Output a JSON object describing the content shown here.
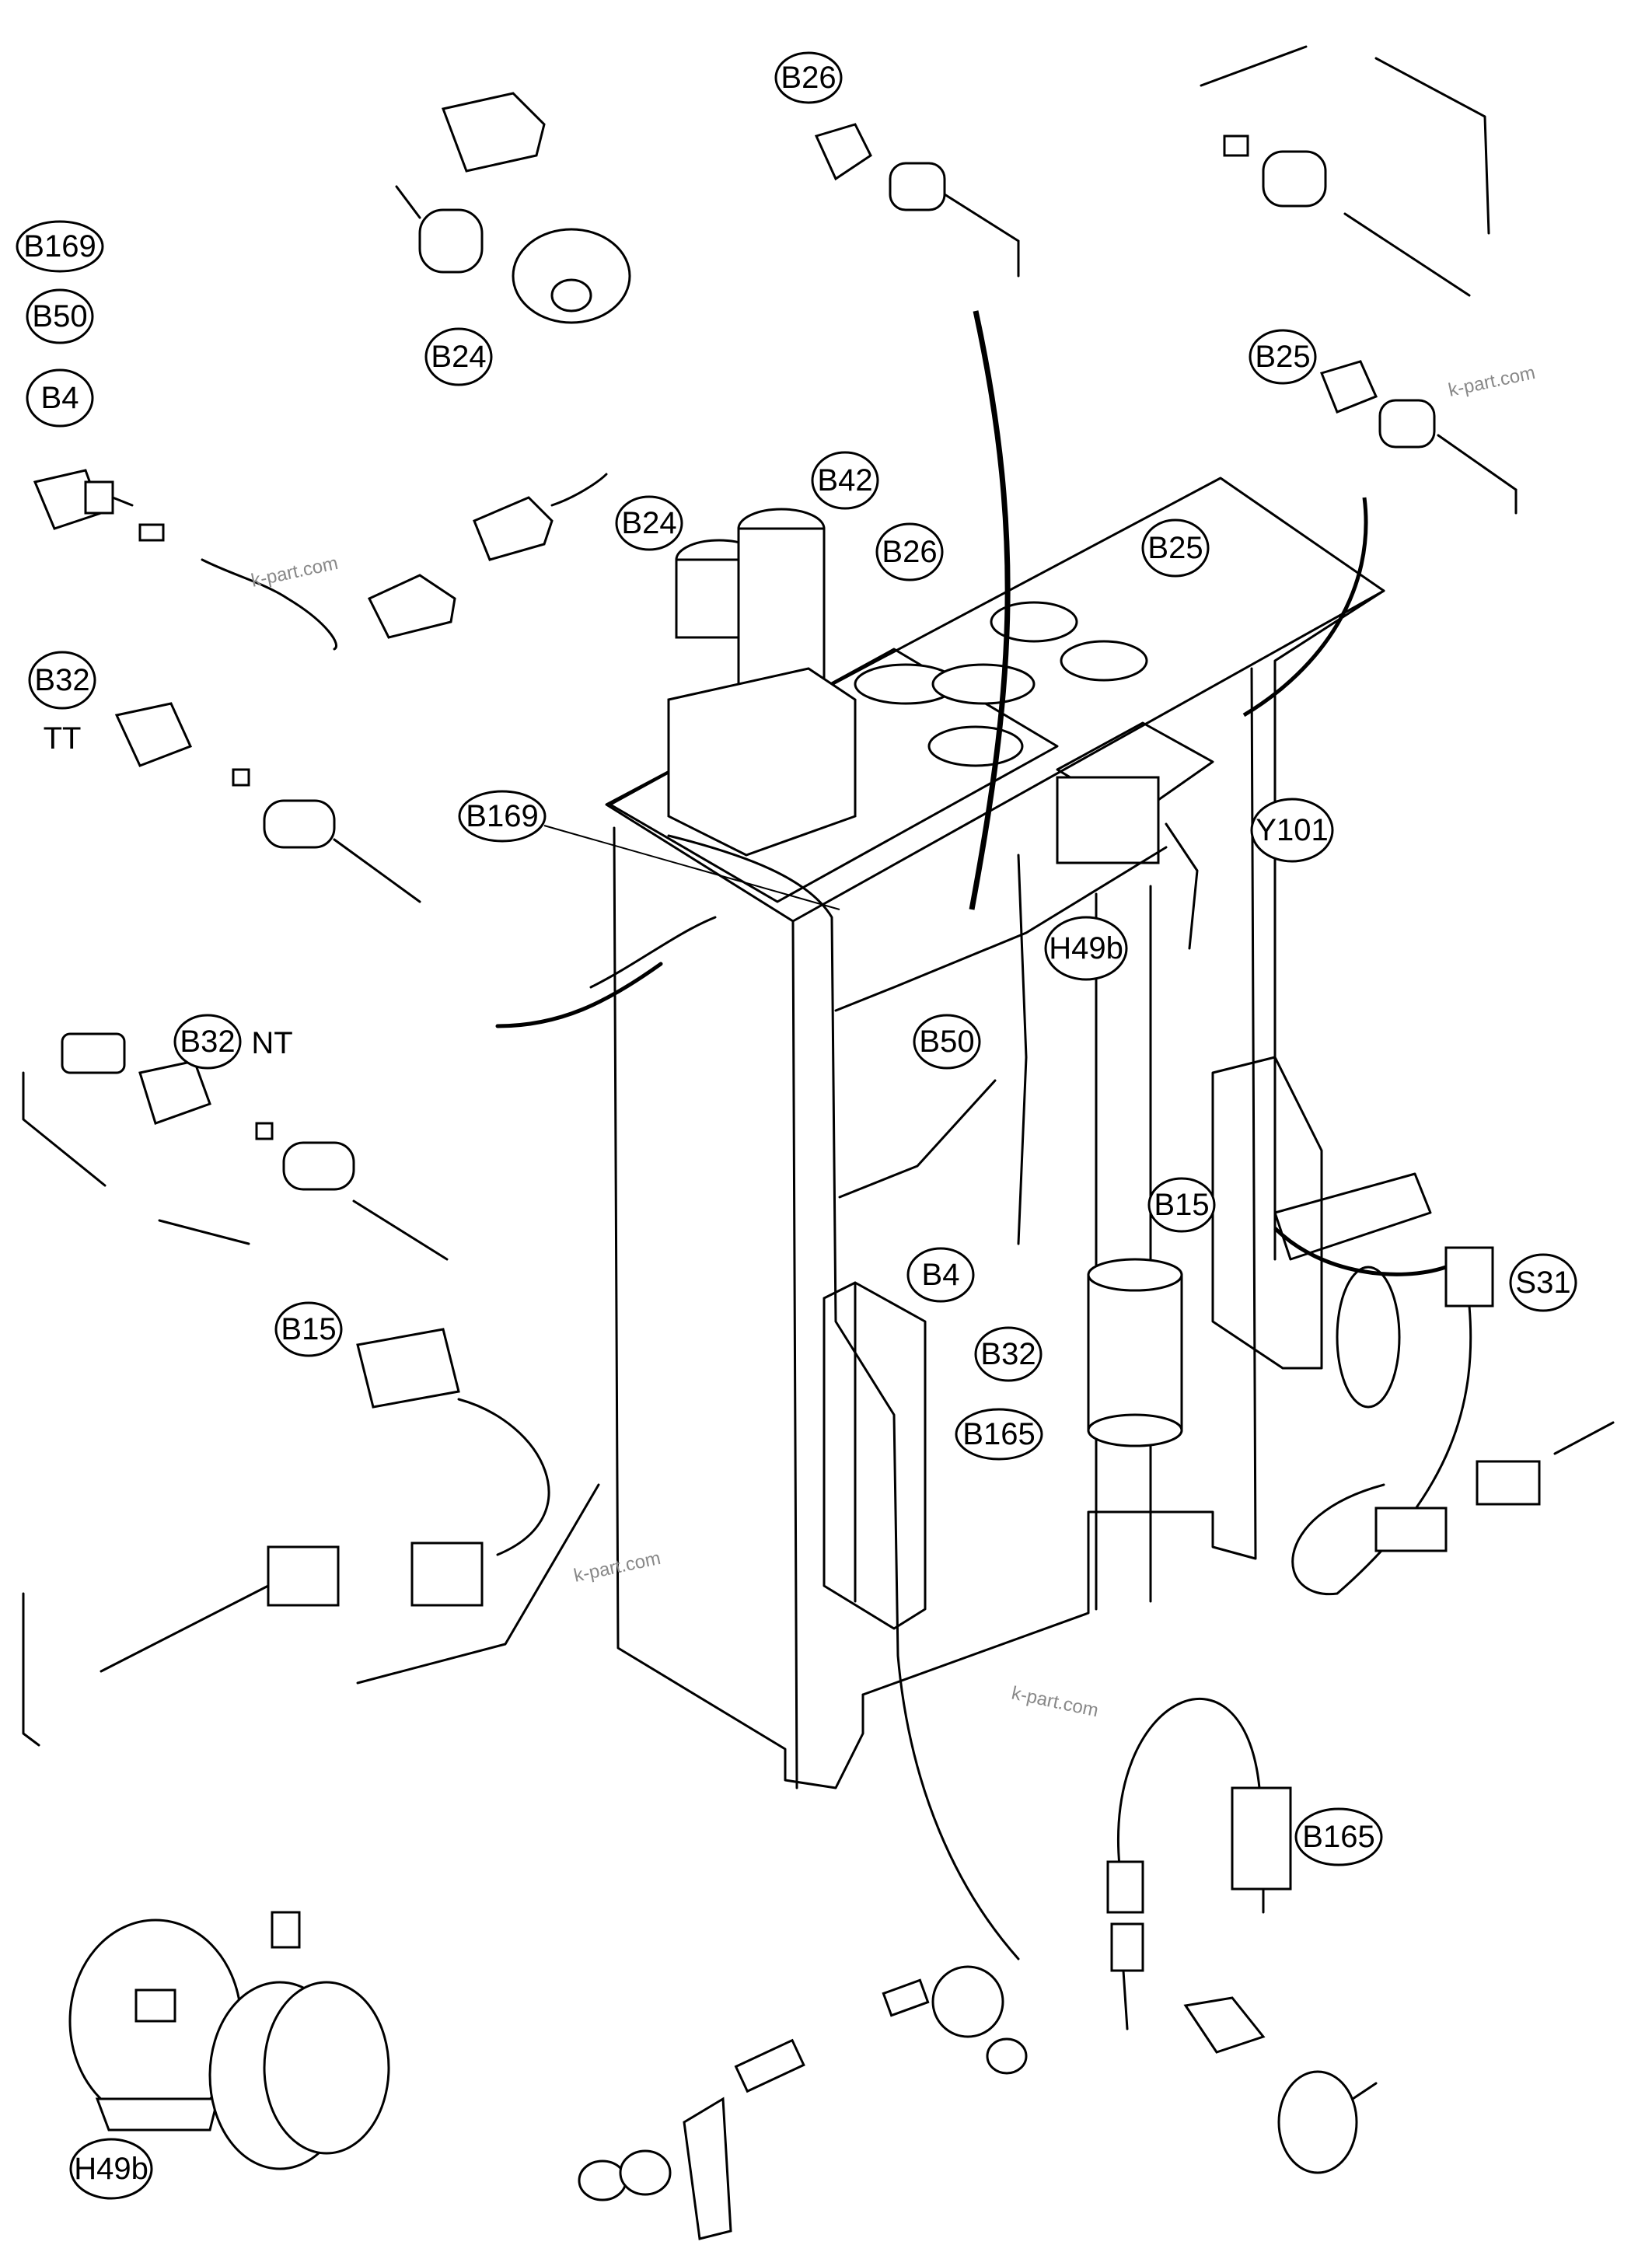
{
  "callouts": {
    "B26_top": "B26",
    "B169_left": "B169",
    "B50_left": "B50",
    "B4_left": "B4",
    "B24_top": "B24",
    "B25_top": "B25",
    "B42": "B42",
    "B24_mid": "B24",
    "B26_mid": "B26",
    "B25_mid": "B25",
    "B32_tt": "B32",
    "tt_text": "TT",
    "B169_mid": "B169",
    "Y101": "Y101",
    "H49b_mid": "H49b",
    "B32_nt": "B32",
    "nt_text": "NT",
    "B50_mid": "B50",
    "B15_mid": "B15",
    "S31": "S31",
    "B4_mid": "B4",
    "B32_mid": "B32",
    "B15_left": "B15",
    "B165_mid": "B165",
    "B165_right": "B165",
    "H49b_bottom": "H49b"
  },
  "watermarks": [
    "k-part.com",
    "k-part.com",
    "k-part.com",
    "k-part.com"
  ]
}
